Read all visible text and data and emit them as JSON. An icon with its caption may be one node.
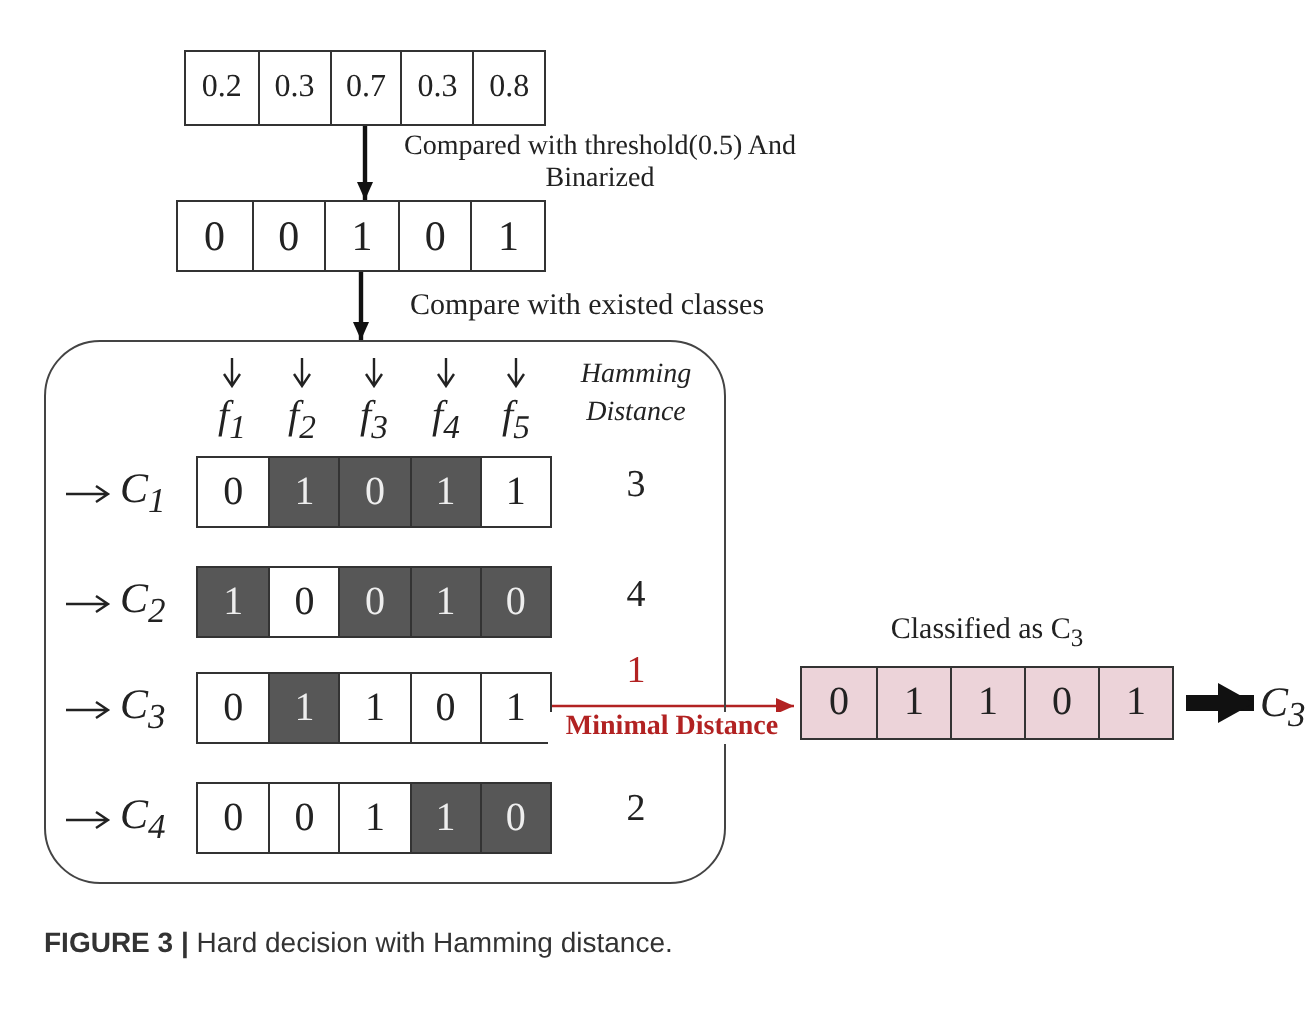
{
  "diagram": {
    "caption": "**FIGURE 3 |** Hard decision with Hamming distance.",
    "nodes": [
      {
        "text": [],
        "shape": "box"
      },
      {
        "text": [
          "0.2"
        ],
        "in": 0
      },
      {
        "text": [
          "0.3"
        ],
        "in": 0
      },
      {
        "text": [
          "0.7"
        ],
        "in": 0
      },
      {
        "text": [
          "0.3"
        ],
        "in": 0
      },
      {
        "text": [
          "0.8"
        ],
        "in": 0
      },
      {
        "text": [],
        "shape": "box"
      },
      {
        "text": [
          "0"
        ],
        "in": 6
      },
      {
        "text": [
          "0"
        ],
        "in": 6
      },
      {
        "text": [
          "1"
        ],
        "in": 6
      },
      {
        "text": [
          "0"
        ],
        "in": 6
      },
      {
        "text": [
          "1"
        ],
        "in": 6
      },
      {
        "text": [],
        "shape": "box"
      },
      {
        "text": [],
        "shape": "box",
        "in": 12,
        "beside": [
          "C$_{1}$"
        ]
      },
      {
        "text": [
          "0"
        ],
        "in": 13
      },
      {
        "text": [
          "1"
        ],
        "in": 13
      },
      {
        "text": [
          "0"
        ],
        "in": 13
      },
      {
        "text": [
          "1"
        ],
        "in": 13
      },
      {
        "text": [
          "1"
        ],
        "in": 13
      },
      {
        "text": [],
        "shape": "box",
        "in": 12,
        "beside": [
          "C$_{2}$"
        ]
      },
      {
        "text": [
          "1"
        ],
        "in": 19
      },
      {
        "text": [
          "0"
        ],
        "in": 19
      },
      {
        "text": [
          "0"
        ],
        "in": 19
      },
      {
        "text": [
          "1"
        ],
        "in": 19
      },
      {
        "text": [
          "0"
        ],
        "in": 19
      },
      {
        "text": [],
        "shape": "box",
        "in": 12,
        "beside": [
          "C$_{3}$"
        ]
      },
      {
        "text": [
          "0"
        ],
        "in": 25
      },
      {
        "text": [
          "1"
        ],
        "in": 25
      },
      {
        "text": [
          "1"
        ],
        "in": 25
      },
      {
        "text": [
          "0"
        ],
        "in": 25
      },
      {
        "text": [
          "1"
        ],
        "in": 25
      },
      {
        "text": [],
        "shape": "box",
        "in": 12,
        "beside": [
          "C$_{4}$"
        ]
      },
      {
        "text": [
          "0"
        ],
        "in": 31
      },
      {
        "text": [
          "0"
        ],
        "in": 31
      },
      {
        "text": [
          "1"
        ],
        "in": 31
      },
      {
        "text": [
          "1"
        ],
        "in": 31
      },
      {
        "text": [
          "0"
        ],
        "in": 31
      },
      {
        "text": [
          "Classified as C$_{3}$"
        ]
      },
      {
        "text": [
          "0"
        ],
        "in": 37
      },
      {
        "text": [
          "1"
        ],
        "in": 37
      },
      {
        "text": [
          "1"
        ],
        "in": 37
      },
      {
        "text": [
          "0"
        ],
        "in": 37
      },
      {
        "text": [
          "1"
        ],
        "in": 37
      },
      {
        "text": [
          "C$_{3}$"
        ]
      }
    ],
    "edges": [
      {
        "from": 0,
        "to": 6,
        "arrow": "to",
        "label": "Compared with threshold(0.5) And Binarized"
      },
      {
        "from": 6,
        "to": 12,
        "arrow": "to",
        "label": "Compare with existed classes"
      },
      {
        "from": 25,
        "to": 37,
        "arrow": "to",
        "label": "Minimal Distance",
        "color": "#b22222"
      },
      {
        "from": 37,
        "to": 43,
        "arrow": "to",
        "style": "thick"
      }
    ],
    "labels": [
      "f$_{1}$",
      "f$_{2}$",
      "f$_{3}$",
      "f$_{4}$",
      "f$_{5}$",
      "Hamming Distance",
      "3",
      "4",
      "1",
      "2"
    ]
  }
}
